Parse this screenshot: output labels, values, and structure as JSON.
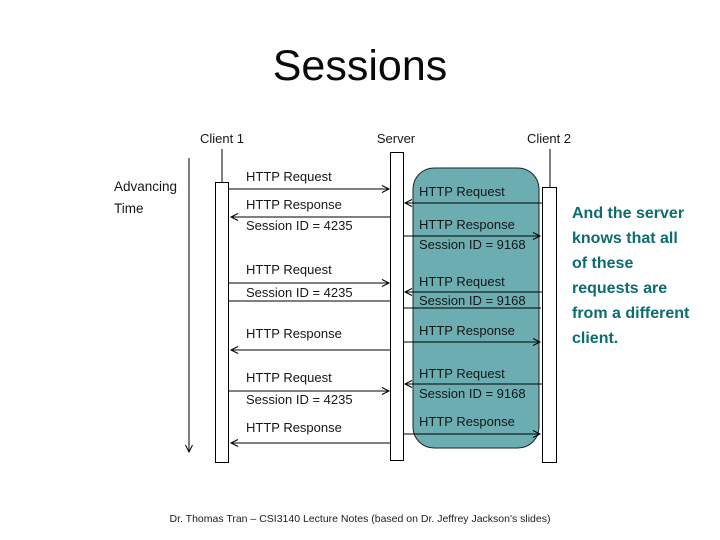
{
  "slide": {
    "title": "Sessions",
    "footer": "Dr. Thomas Tran – CSI3140 Lecture Notes (based on Dr. Jeffrey Jackson's slides)"
  },
  "diagram": {
    "time_label_lines": [
      "Advancing",
      "Time"
    ],
    "actors": [
      {
        "name": "Client 1"
      },
      {
        "name": "Server"
      },
      {
        "name": "Client 2"
      }
    ],
    "client1_messages": [
      {
        "label": "HTTP Request"
      },
      {
        "label": "HTTP Response",
        "session": "Session ID = 4235"
      },
      {
        "label": "HTTP Request",
        "session": "Session ID = 4235"
      },
      {
        "label": "HTTP Response"
      },
      {
        "label": "HTTP Request",
        "session": "Session ID = 4235"
      },
      {
        "label": "HTTP Response"
      }
    ],
    "client2_messages": [
      {
        "label": "HTTP Request"
      },
      {
        "label": "HTTP Response",
        "session": "Session ID = 9168"
      },
      {
        "label": "HTTP Request",
        "session": "Session ID = 9168"
      },
      {
        "label": "HTTP Response"
      },
      {
        "label": "HTTP Request",
        "session": "Session ID = 9168"
      },
      {
        "label": "HTTP Response"
      }
    ],
    "highlight_color": "#6cadb1"
  },
  "callout": {
    "lines": [
      "And the server",
      "knows that all",
      "of these",
      "requests are",
      "from a different",
      "client."
    ],
    "color": "#0c6c6f"
  }
}
